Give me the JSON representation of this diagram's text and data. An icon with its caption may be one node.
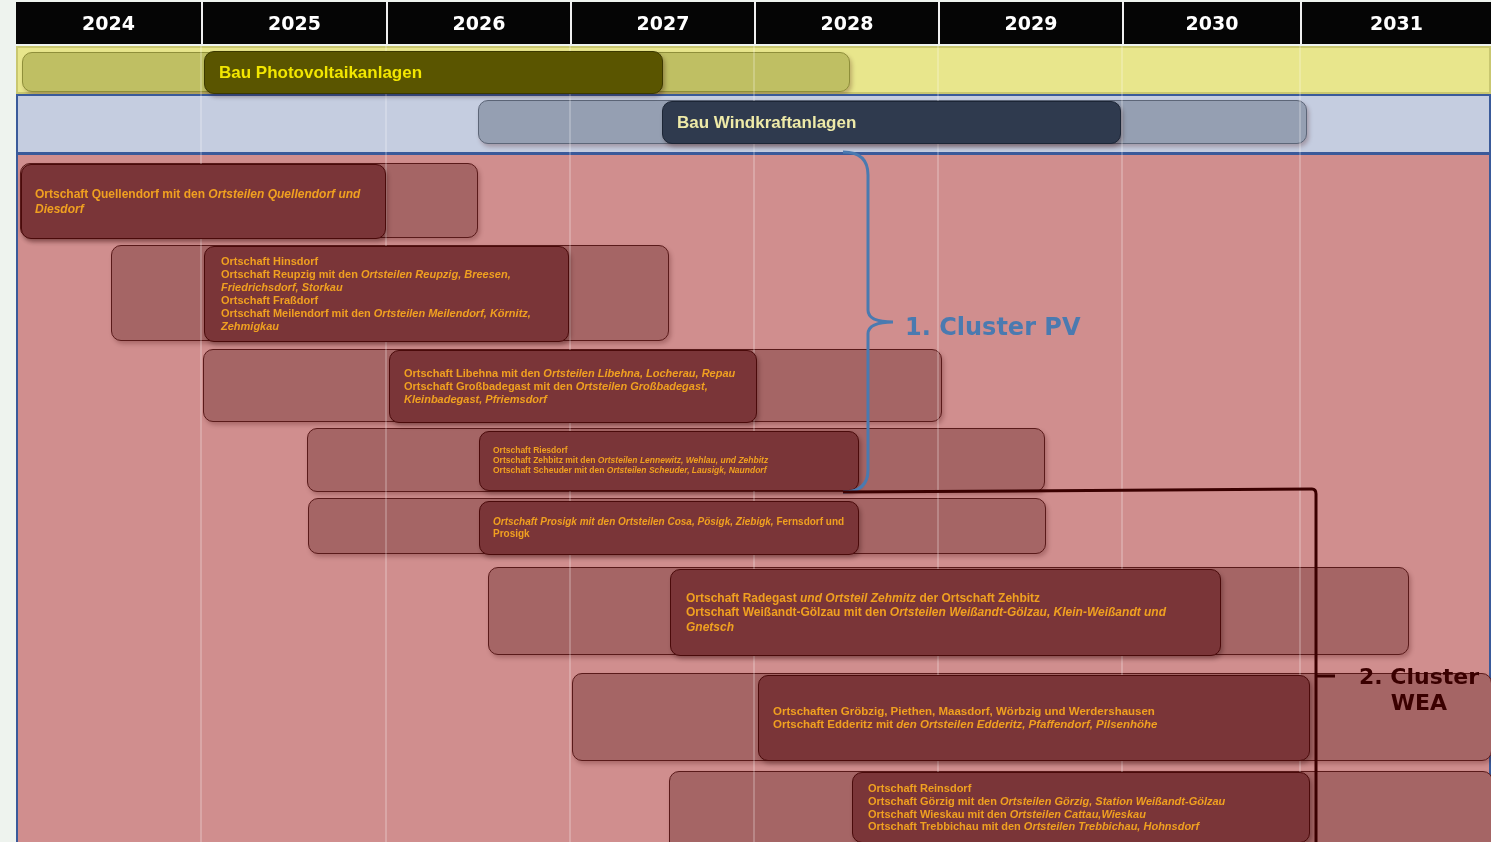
{
  "diagram": {
    "nodes": [
      {
        "text": [],
        "shape": "band"
      },
      {
        "text": [],
        "shape": "bar",
        "in": 0
      },
      {
        "text": [
          "Bau Photovoltaikanlagen"
        ],
        "in": 1
      },
      {
        "text": [],
        "shape": "band"
      },
      {
        "text": [],
        "shape": "bar",
        "in": 3
      },
      {
        "text": [
          "Bau Windkraftanlagen"
        ],
        "in": 4
      },
      {
        "text": [],
        "shape": "band"
      },
      {
        "text": [],
        "shape": "bar",
        "in": 6
      },
      {
        "text": [
          "Ortschaft Quellendorf mit den *Ortsteilen Quellendorf und Diesdorf*"
        ],
        "in": 7
      },
      {
        "text": [],
        "shape": "bar",
        "in": 6
      },
      {
        "text": [
          "Ortschaft Hinsdorf",
          "Ortschaft Reupzig mit den *Ortsteilen Reupzig, Breesen, Friedrichsdorf, Storkau*",
          "Ortschaft Fraßdorf",
          "Ortschaft Meilendorf mit den *Ortsteilen Meilendorf, Körnitz, Zehmigkau*"
        ],
        "in": 9
      },
      {
        "text": [],
        "shape": "bar",
        "in": 6
      },
      {
        "text": [
          "Ortschaft Libehna mit den *Ortsteilen Libehna, Locherau, Repau*",
          "Ortschaft Großbadegast mit den *Ortsteilen Großbadegast, Kleinbadegast, Pfriemsdorf*"
        ],
        "in": 11
      },
      {
        "text": [],
        "shape": "bar",
        "in": 6
      },
      {
        "text": [
          "Ortschaft Riesdorf",
          "Ortschaft Zehbitz mit den *Ortsteilen Lennewitz, Wehlau, und Zehbitz*",
          "Ortschaft Scheuder mit den *Ortsteilen Scheuder, Lausigk, Naundorf*"
        ],
        "in": 13
      },
      {
        "text": [],
        "shape": "bar",
        "in": 6
      },
      {
        "text": [
          "*Ortschaft Prosigk mit den Ortsteilen Cosa, Pösigk, Ziebigk,* Fernsdorf und Prosigk"
        ],
        "in": 15
      },
      {
        "text": [],
        "shape": "bar",
        "in": 6
      },
      {
        "text": [
          "Ortschaft Radegast *und Ortsteil Zehmitz* der Ortschaft Zehbitz",
          "Ortschaft Weißandt-Gölzau mit den *Ortsteilen Weißandt-Gölzau, Klein-Weißandt und Gnetsch*"
        ],
        "in": 17
      },
      {
        "text": [],
        "shape": "bar",
        "in": 6
      },
      {
        "text": [
          "Ortschaften Gröbzig, Piethen, Maasdorf, Wörbzig und Werdershausen",
          "Ortschaft Edderitz mit *den Ortsteilen Edderitz, Pfaffendorf, Pilsenhöhe*"
        ],
        "in": 19
      },
      {
        "text": [],
        "shape": "bar",
        "in": 6
      },
      {
        "text": [
          "Ortschaft Reinsdorf",
          "Ortschaft Görzig mit den *Ortsteilen Görzig, Station Weißandt-Gölzau*",
          "Ortschaft Wieskau mit den *Ortsteilen Cattau,Wieskau*",
          "Ortschaft Trebbichau mit den *Ortsteilen Trebbichau, Hohnsdorf*"
        ],
        "in": 21
      }
    ],
    "labels": [
      "2024",
      "2025",
      "2026",
      "2027",
      "2028",
      "2029",
      "2030",
      "2031",
      "1. Cluster PV",
      "2. Cluster WEA"
    ]
  }
}
